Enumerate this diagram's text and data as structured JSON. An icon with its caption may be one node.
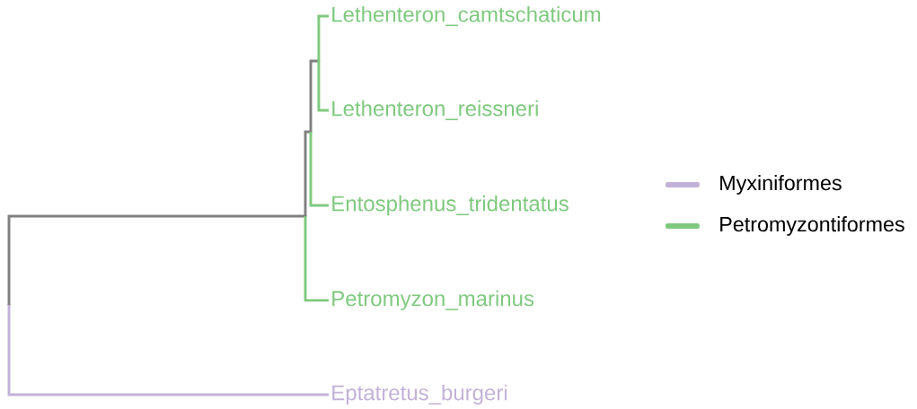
{
  "diagram": {
    "nodes": [
      {
        "text": [
          "Lethenteron_camtschaticum"
        ]
      },
      {
        "text": [
          "Lethenteron_reissneri"
        ]
      },
      {
        "text": [
          "Entosphenus_tridentatus"
        ]
      },
      {
        "text": [
          "Petromyzon_marinus"
        ]
      },
      {
        "text": [
          "Eptatretus_burgeri"
        ]
      },
      {
        "text": [],
        "shape": "point"
      },
      {
        "text": [],
        "shape": "point"
      },
      {
        "text": [],
        "shape": "point"
      },
      {
        "text": [],
        "shape": "point"
      }
    ],
    "edges": [
      {
        "from": 5,
        "to": 6,
        "arrow": "none",
        "color": "#808080"
      },
      {
        "from": 5,
        "to": 4,
        "arrow": "none",
        "color": "#c2b2d8"
      },
      {
        "from": 6,
        "to": 7,
        "arrow": "none",
        "color": "#808080"
      },
      {
        "from": 6,
        "to": 3,
        "arrow": "none"
      },
      {
        "from": 7,
        "to": 8,
        "arrow": "none",
        "color": "#808080"
      },
      {
        "from": 7,
        "to": 2,
        "arrow": "none"
      },
      {
        "from": 8,
        "to": 0,
        "arrow": "none"
      },
      {
        "from": 8,
        "to": 1,
        "arrow": "none"
      }
    ],
    "legend": [
      {
        "text": "Myxiniformes",
        "color": "#c2b2d8"
      },
      {
        "text": "Petromyzontiformes",
        "color": "#7fc97f"
      }
    ]
  }
}
